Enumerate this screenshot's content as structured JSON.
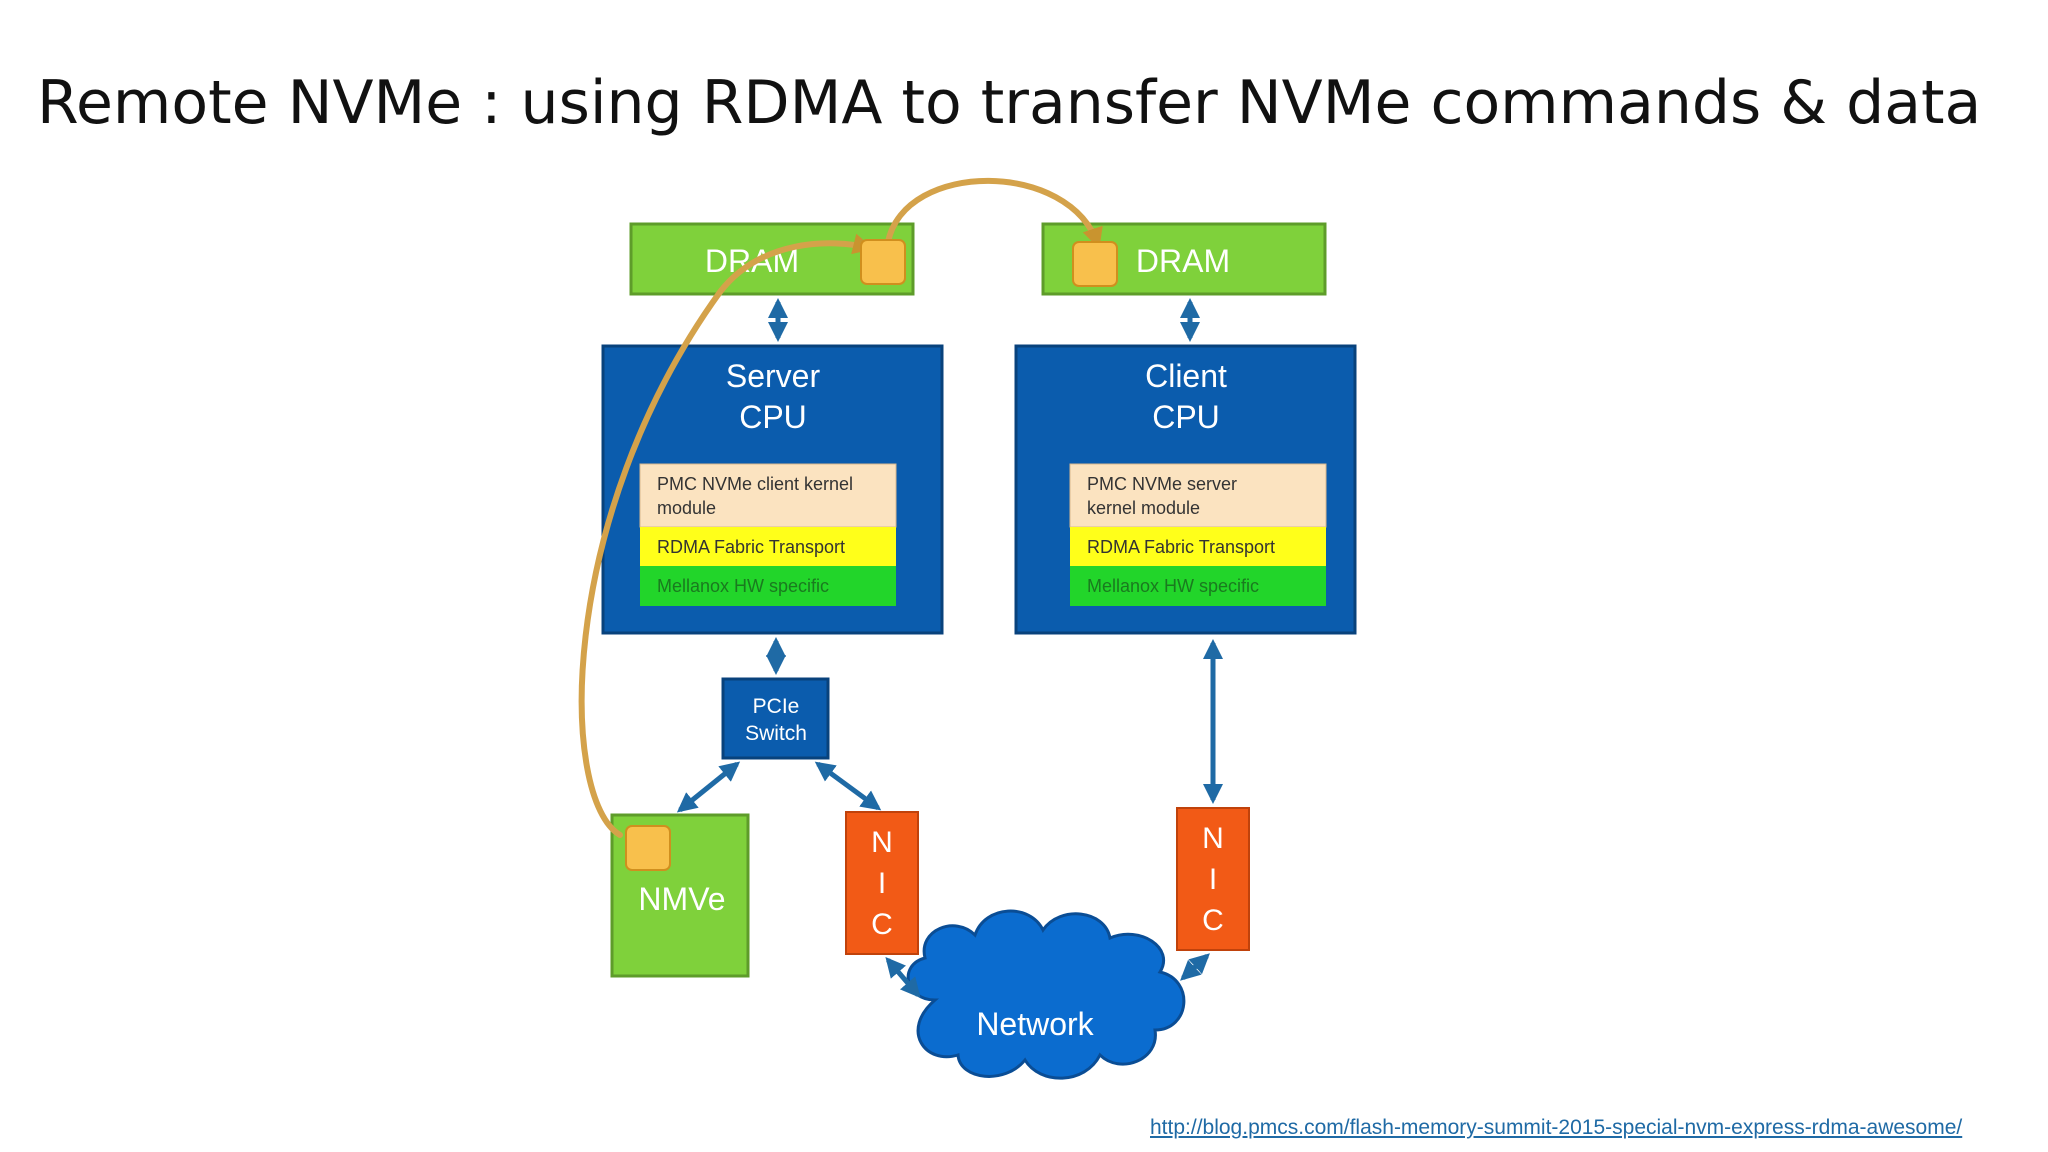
{
  "slide": {
    "title": "Remote NVMe : using RDMA to transfer NVMe commands & data",
    "source_link": "http://blog.pmcs.com/flash-memory-summit-2015-special-nvm-express-rdma-awesome/"
  },
  "diagram": {
    "server_dram": {
      "label": "DRAM"
    },
    "client_dram": {
      "label": "DRAM"
    },
    "server_cpu": {
      "title_line1": "Server",
      "title_line2": "CPU",
      "module_line1": "PMC NVMe client kernel",
      "module_line2": "module",
      "transport": "RDMA Fabric Transport",
      "hw": "Mellanox HW specific"
    },
    "client_cpu": {
      "title_line1": "Client",
      "title_line2": "CPU",
      "module_line1": "PMC NVMe server",
      "module_line2": "kernel module",
      "transport": "RDMA Fabric Transport",
      "hw": "Mellanox HW specific"
    },
    "pcie_switch": {
      "line1": "PCIe",
      "line2": "Switch"
    },
    "nvme": {
      "label": "NMVe"
    },
    "nic_left": {
      "n": "N",
      "i": "I",
      "c": "C"
    },
    "nic_right": {
      "n": "N",
      "i": "I",
      "c": "C"
    },
    "network": {
      "label": "Network"
    },
    "colors": {
      "dram_green": "#7fd13b",
      "cpu_blue": "#0b5cad",
      "module_tan": "#fbe3c0",
      "transport_yellow": "#ffff1a",
      "hw_green": "#22d52a",
      "nic_orange": "#f25a16",
      "nvme_green": "#7fd13b",
      "arrow_blue": "#1f6aa5",
      "data_path_gold": "#d4a24a",
      "buffer_orange": "#f8c04c"
    }
  }
}
